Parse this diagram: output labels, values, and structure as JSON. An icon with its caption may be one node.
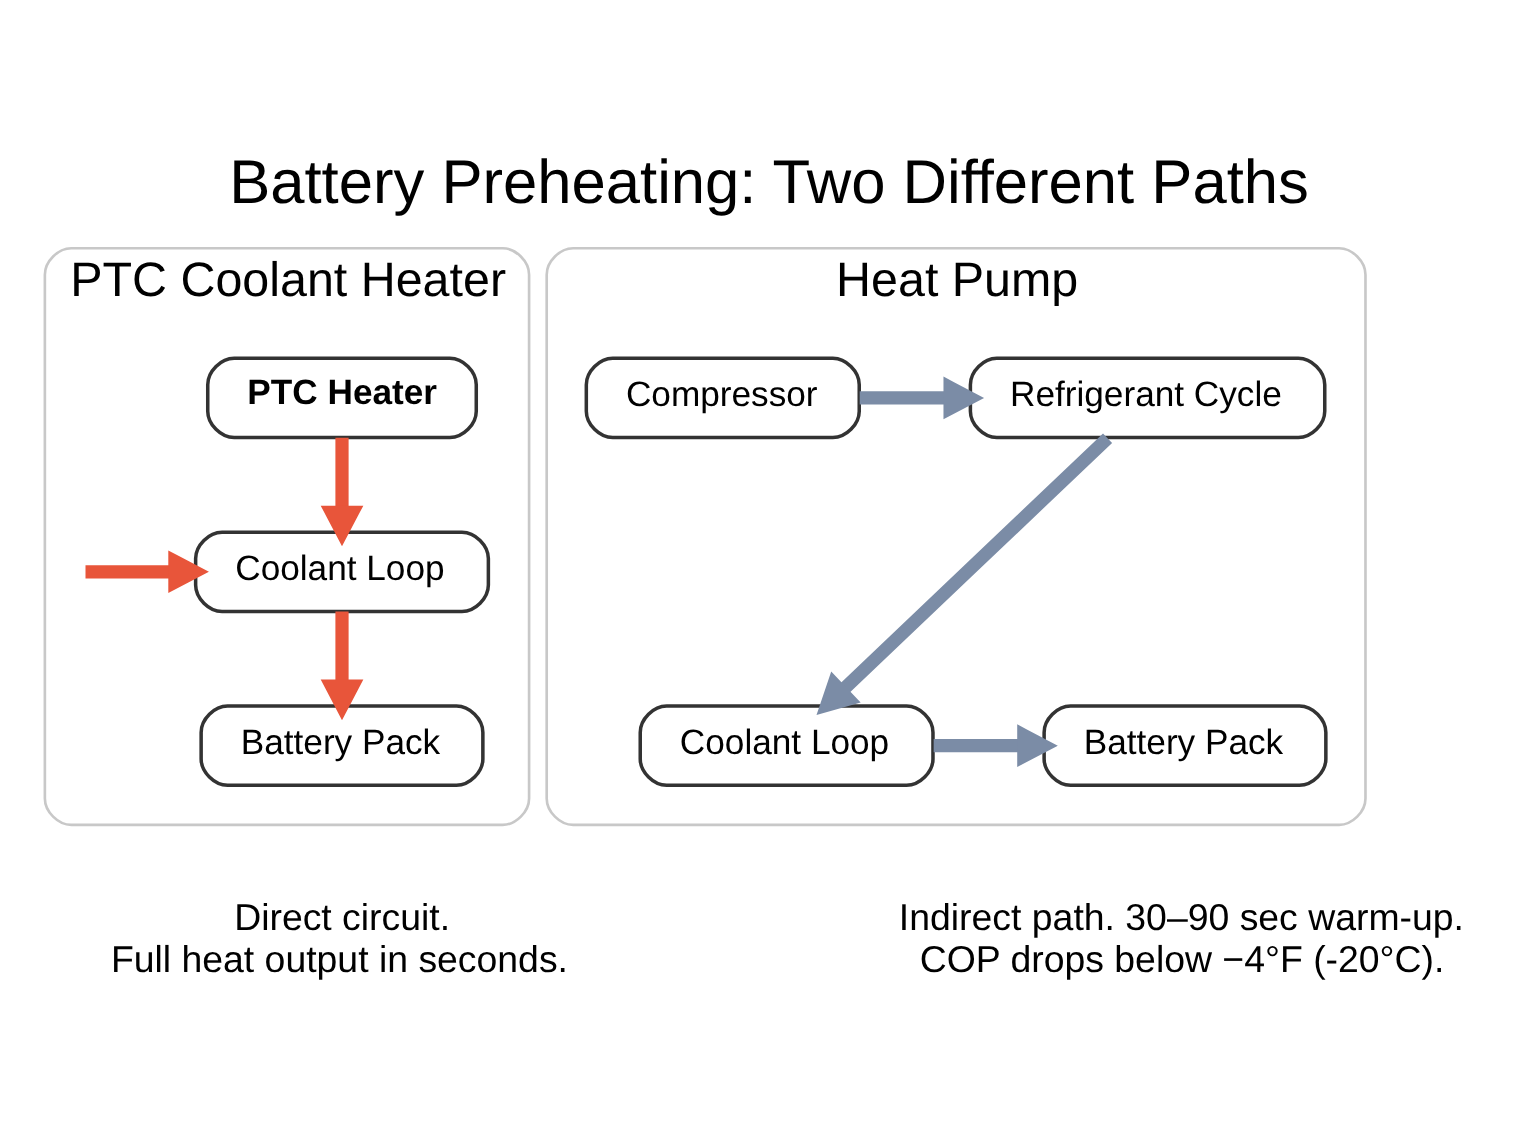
{
  "diagram": {
    "title": "Battery Preheating: Two Different Paths",
    "nodes": [
      {
        "text": [
          "PTC Coolant Heater"
        ]
      },
      {
        "text": [
          "PTC Heater"
        ],
        "in": 0
      },
      {
        "text": [
          "Coolant Loop"
        ],
        "in": 0
      },
      {
        "text": [
          "Battery Pack"
        ],
        "in": 0
      },
      {
        "text": [
          "Heat Pump"
        ]
      },
      {
        "text": [
          "Compressor"
        ],
        "in": 4
      },
      {
        "text": [
          "Refrigerant Cycle"
        ],
        "in": 4
      },
      {
        "text": [
          "Coolant Loop"
        ],
        "in": 4
      },
      {
        "text": [
          "Battery Pack"
        ],
        "in": 4
      }
    ],
    "edges": [
      {
        "from": 1,
        "to": 2,
        "arrow": "to",
        "color": "#e8553a"
      },
      {
        "from": null,
        "to": 2,
        "arrow": "to",
        "color": "#e8553a"
      },
      {
        "from": 2,
        "to": 3,
        "arrow": "to",
        "color": "#e8553a"
      },
      {
        "from": 5,
        "to": 6,
        "arrow": "to",
        "color": "#7b8ca6"
      },
      {
        "from": 6,
        "to": 7,
        "arrow": "to",
        "color": "#7b8ca6"
      },
      {
        "from": 7,
        "to": 8,
        "arrow": "to",
        "color": "#7b8ca6"
      }
    ],
    "labels": [
      "Direct circuit. Full heat output in seconds.",
      "Indirect path. 30–90 sec warm-up. COP drops below −4°F (-20°C)."
    ]
  }
}
